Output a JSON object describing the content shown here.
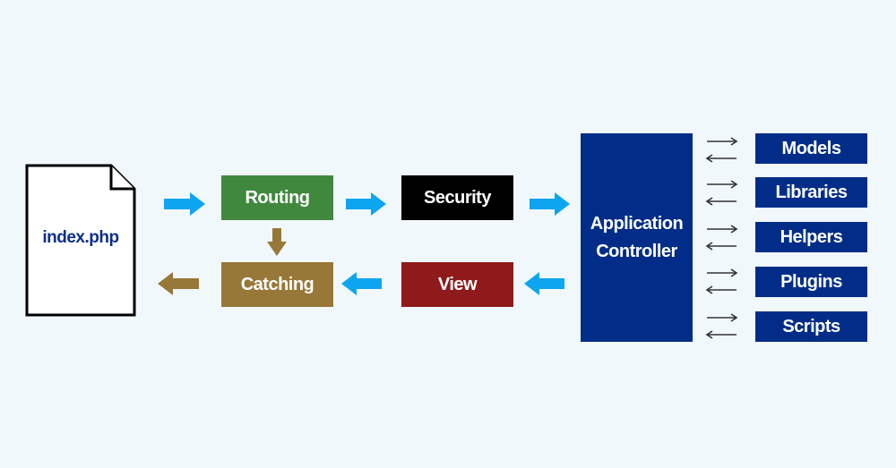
{
  "file": {
    "label": "index.php"
  },
  "pipeline": {
    "routing": "Routing",
    "security": "Security",
    "catching": "Catching",
    "view": "View"
  },
  "controller": {
    "line1": "Application",
    "line2": "Controller"
  },
  "components": [
    "Models",
    "Libraries",
    "Helpers",
    "Plugins",
    "Scripts"
  ],
  "colors": {
    "background": "#f1f8fc",
    "flow_arrow": "#0ea5f0",
    "return_arrow": "#977838",
    "routing": "#41883f",
    "security": "#000000",
    "catching": "#977838",
    "view": "#8f1a1b",
    "controller": "#012d88",
    "component": "#012d88"
  }
}
